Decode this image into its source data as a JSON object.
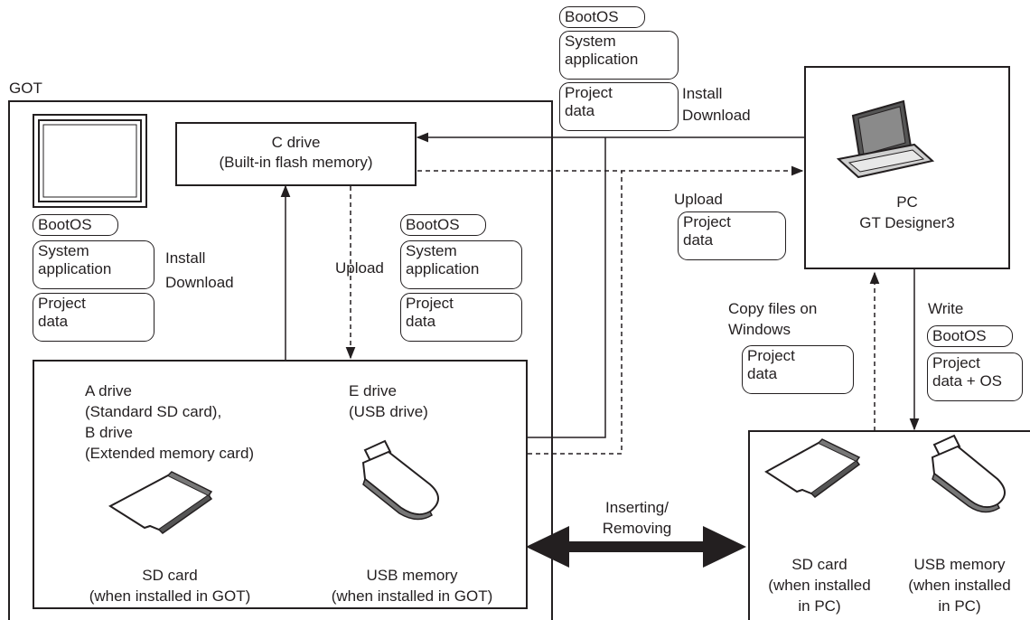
{
  "got": {
    "label": "GOT",
    "c_drive": {
      "line1": "C drive",
      "line2": "(Built-in flash memory)"
    },
    "left_install": {
      "line1": "Install",
      "line2": "Download"
    },
    "left_items": {
      "bootos": "BootOS",
      "sysapp1": "System",
      "sysapp2": "application",
      "proj1": "Project",
      "proj2": "data"
    },
    "upload_label": "Upload",
    "upload_items": {
      "bootos": "BootOS",
      "sysapp1": "System",
      "sysapp2": "application",
      "proj1": "Project",
      "proj2": "data"
    },
    "storage": {
      "a_drive": [
        "A drive",
        "(Standard SD card),",
        "B drive",
        "(Extended memory card)"
      ],
      "e_drive": [
        "E drive",
        "(USB drive)"
      ],
      "sd_caption": [
        "SD card",
        "(when installed in GOT)"
      ],
      "usb_caption": [
        "USB memory",
        "(when installed in GOT)"
      ]
    }
  },
  "top_items": {
    "bootos": "BootOS",
    "sysapp1": "System",
    "sysapp2": "application",
    "proj1": "Project",
    "proj2": "data"
  },
  "top_install": {
    "line1": "Install",
    "line2": "Download"
  },
  "pc": {
    "line1": "PC",
    "line2": "GT Designer3"
  },
  "pc_upload": {
    "label": "Upload",
    "proj1": "Project",
    "proj2": "data"
  },
  "copy_files": {
    "line1": "Copy files on",
    "line2": "Windows",
    "proj1": "Project",
    "proj2": "data"
  },
  "write": {
    "label": "Write",
    "bootos": "BootOS",
    "proj1": "Project",
    "proj2": "data + OS"
  },
  "inserting": {
    "line1": "Inserting/",
    "line2": "Removing"
  },
  "pc_storage": {
    "sd_caption": [
      "SD card",
      "(when installed",
      "in PC)"
    ],
    "usb_caption": [
      "USB memory",
      "(when installed",
      "in PC)"
    ]
  }
}
